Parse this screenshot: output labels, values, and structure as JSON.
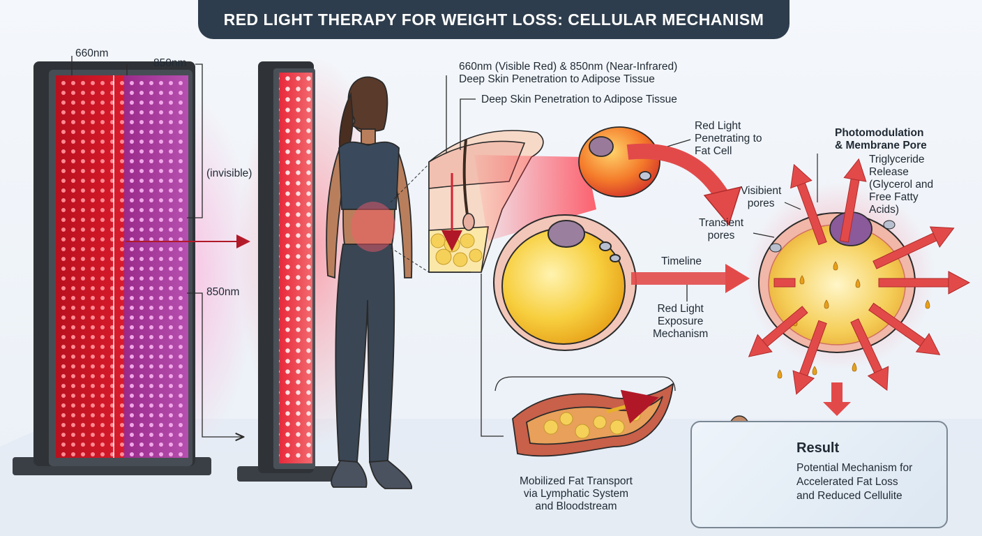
{
  "title": "RED LIGHT THERAPY FOR WEIGHT LOSS: CELLULAR MECHANISM",
  "panel_labels": {
    "wl_660": "660nm",
    "wl_850_top": "850nm",
    "invisible": "(invisible)",
    "wl_850_mid": "850nm"
  },
  "wavelength_note": {
    "line1": "660nm (Visible Red) & 850nm (Near-Infrared)",
    "line2": "Deep Skin Penetration to Adipose Tissue"
  },
  "skin_label": "Deep Skin Penetration to Adipose Tissue",
  "fat_cell_label": [
    "Red Light",
    "Penetrating to",
    "Fat Cell"
  ],
  "timeline_label": "Timeline",
  "exposure_label": [
    "Red Light",
    "Exposure",
    "Mechanism"
  ],
  "photomodulation_label": [
    "Photomodulation",
    "& Membrane Pore"
  ],
  "release_label": [
    "Triglyceride",
    "Release",
    "(Glycerol and",
    "Free Fatty",
    "Acids)"
  ],
  "visible_pores_label": [
    "Visibient",
    "pores"
  ],
  "transient_pores_label": [
    "Transient",
    "pores"
  ],
  "transport_label": [
    "Mobilized Fat Transport",
    "via Lymphatic System",
    "and Bloodstream"
  ],
  "result": {
    "title": "Result",
    "body": [
      "Potential Mechanism for",
      "Accelerated Fat Loss",
      "and Reduced Cellulite"
    ]
  },
  "colors": {
    "title_bg": "#2e3d4d",
    "red_light": "#e8283a",
    "infrared": "#b040b8",
    "arrow": "#e24a4a",
    "fat": "#f6c63c",
    "outline": "#2a2a2a"
  }
}
